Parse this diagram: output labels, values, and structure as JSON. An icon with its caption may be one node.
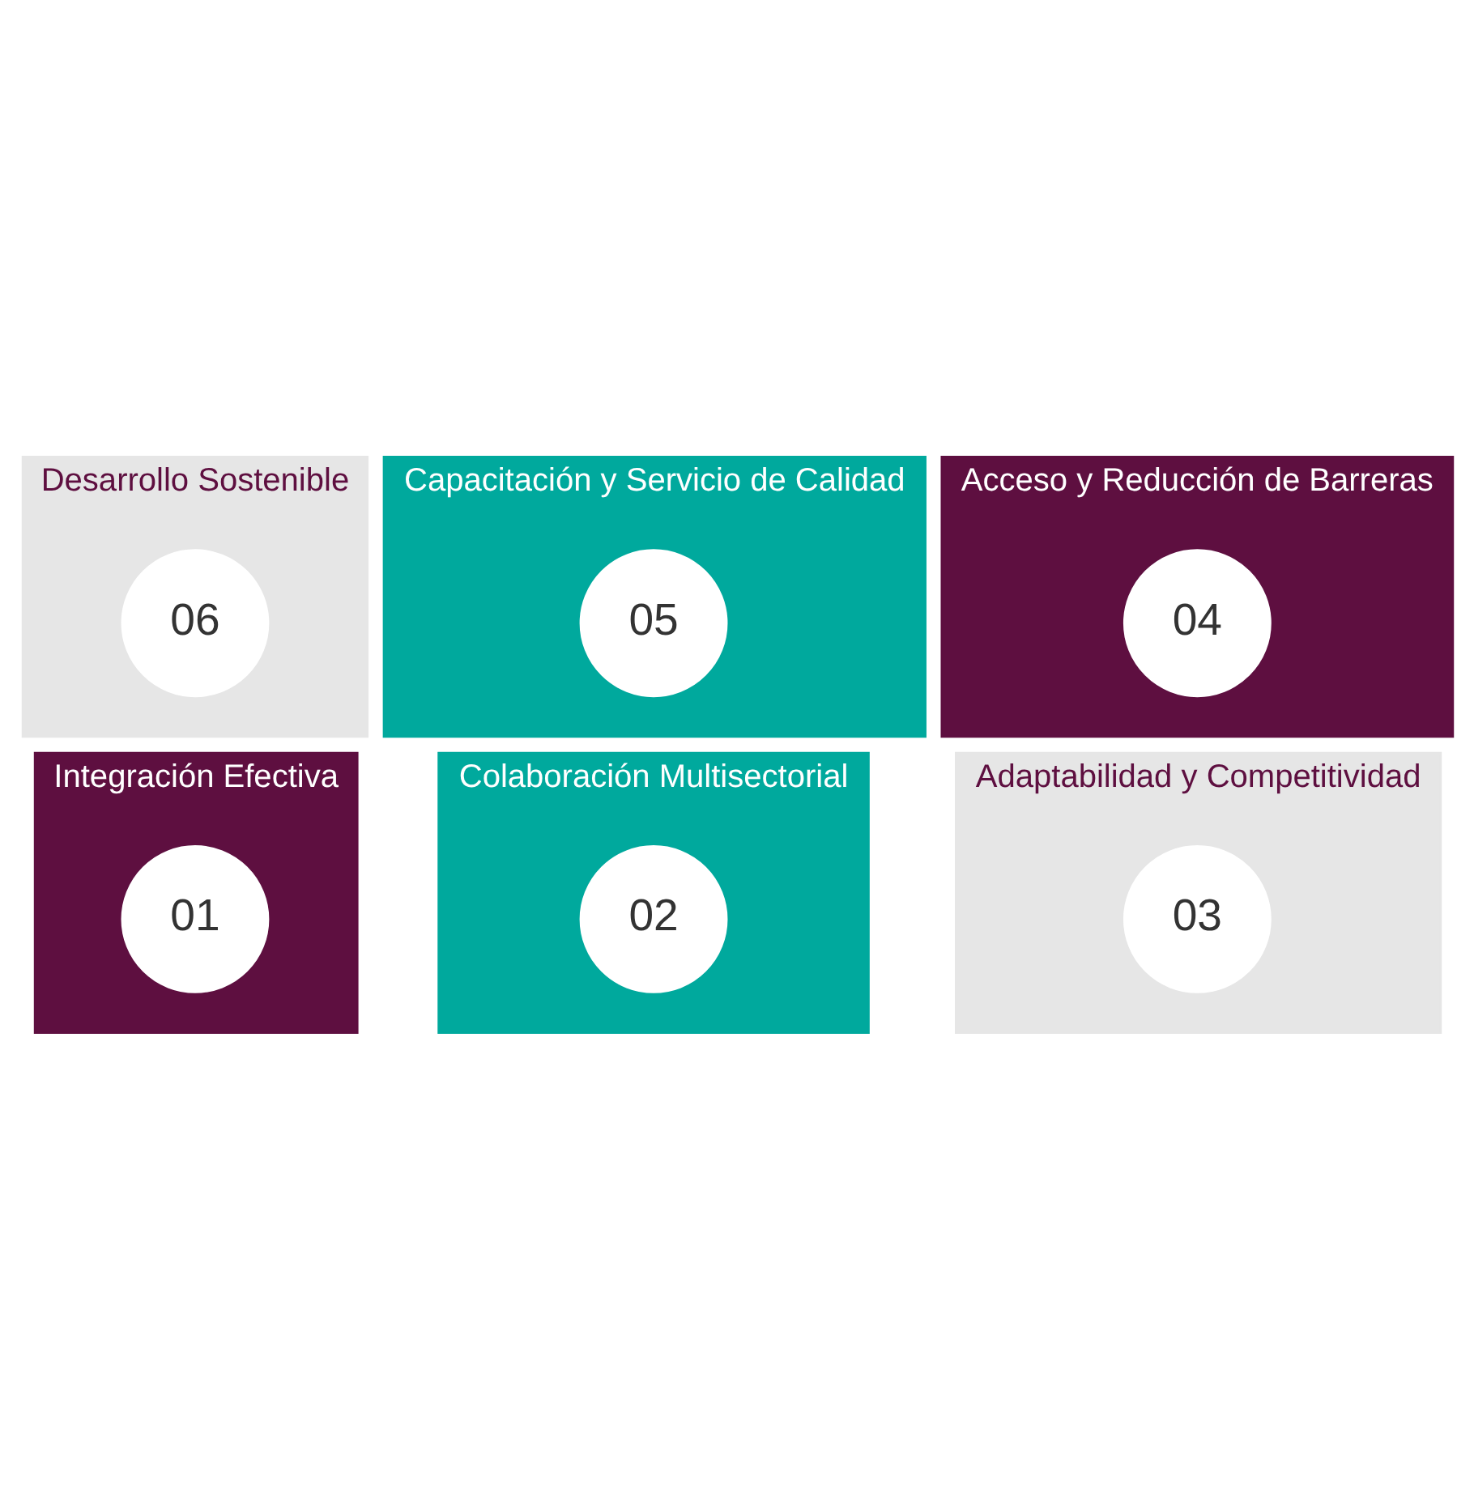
{
  "diagram": {
    "nodes": [
      {
        "text": [
          "Integración Efectiva"
        ]
      },
      {
        "text": [
          "01"
        ],
        "in": 0
      },
      {
        "text": [
          "Colaboración Multisectorial"
        ]
      },
      {
        "text": [
          "02"
        ],
        "in": 2
      },
      {
        "text": [
          "Adaptabilidad y Competitividad"
        ]
      },
      {
        "text": [
          "03"
        ],
        "in": 4
      },
      {
        "text": [
          "Acceso y Reducción de Barreras"
        ]
      },
      {
        "text": [
          "04"
        ],
        "in": 6
      },
      {
        "text": [
          "Capacitación y Servicio de Calidad"
        ]
      },
      {
        "text": [
          "05"
        ],
        "in": 8
      },
      {
        "text": [
          "Desarrollo Sostenible"
        ]
      },
      {
        "text": [
          "06"
        ],
        "in": 10
      }
    ],
    "edges": []
  }
}
